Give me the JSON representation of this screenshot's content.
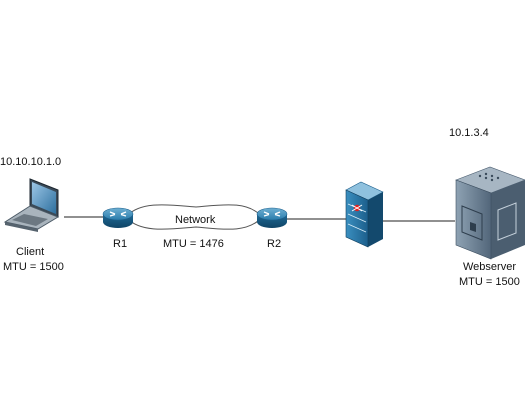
{
  "client": {
    "ip": "10.10.10.1.0",
    "name": "Client",
    "mtu": "MTU = 1500"
  },
  "routers": {
    "r1": "R1",
    "r2": "R2"
  },
  "network": {
    "label": "Network",
    "mtu": "MTU = 1476"
  },
  "webserver": {
    "ip": "10.1.3.4",
    "name": "Webserver",
    "mtu": "MTU = 1500"
  },
  "icons": {
    "client": "laptop-icon",
    "router": "router-icon",
    "firewall": "firewall-icon",
    "server": "server-icon"
  },
  "colors": {
    "line": "#222222",
    "device_blue": "#1e6f9c",
    "firewall_red": "#e02020",
    "server_gray": "#5f7386"
  }
}
